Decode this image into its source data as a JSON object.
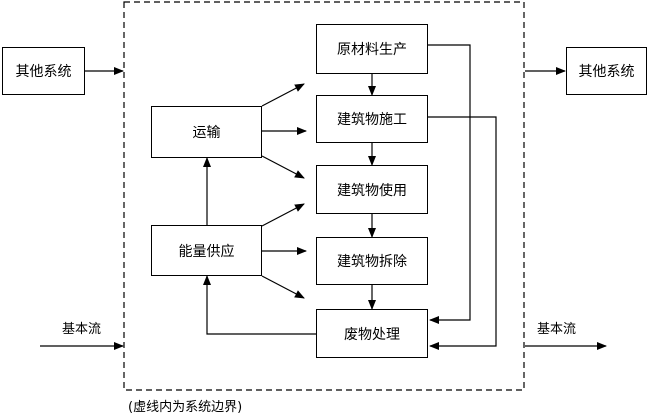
{
  "boxes": {
    "other_left": "其他系统",
    "other_right": "其他系统",
    "transport": "运输",
    "energy": "能量供应",
    "raw_material": "原材料生产",
    "construction": "建筑物施工",
    "use": "建筑物使用",
    "demolition": "建筑物拆除",
    "waste": "废物处理"
  },
  "labels": {
    "basic_flow_left": "基本流",
    "basic_flow_right": "基本流",
    "boundary_caption": "(虚线内为系统边界)"
  }
}
